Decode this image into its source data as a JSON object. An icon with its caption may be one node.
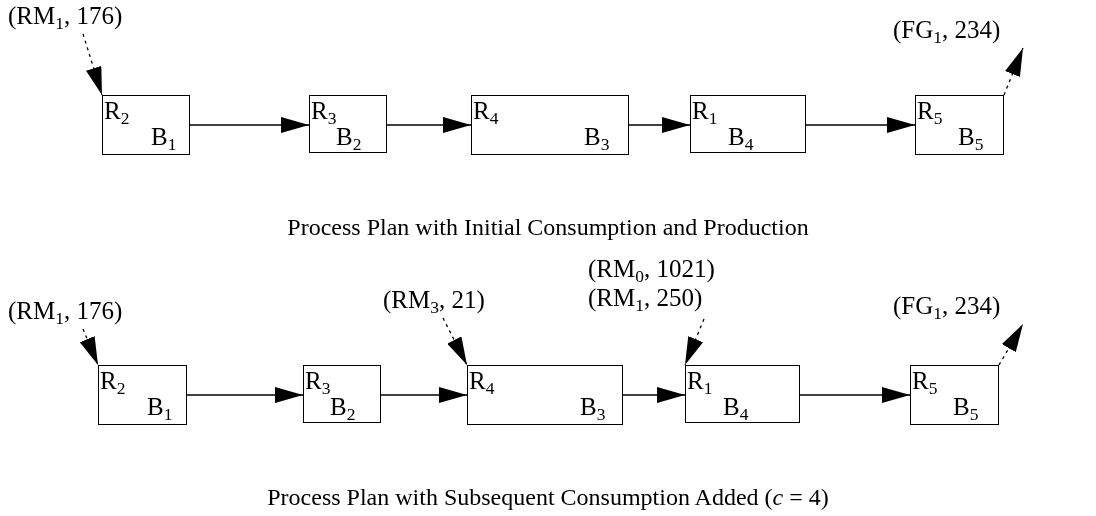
{
  "diagram": {
    "nodes": [
      {
        "text": [
          "(RM$_{1}$, 176)"
        ]
      },
      {
        "text": [
          "R$_{2}$",
          "B$_{1}$"
        ]
      },
      {
        "text": [
          "R$_{3}$",
          "B$_{2}$"
        ]
      },
      {
        "text": [
          "R$_{4}$",
          "B$_{3}$"
        ]
      },
      {
        "text": [
          "R$_{1}$",
          "B$_{4}$"
        ]
      },
      {
        "text": [
          "R$_{5}$",
          "B$_{5}$"
        ]
      },
      {
        "text": [
          "(FG$_{1}$, 234)"
        ]
      },
      {
        "text": [
          "(RM$_{1}$, 176)"
        ]
      },
      {
        "text": [
          "R$_{2}$",
          "B$_{1}$"
        ]
      },
      {
        "text": [
          "R$_{3}$",
          "B$_{2}$"
        ]
      },
      {
        "text": [
          "(RM$_{3}$, 21)"
        ]
      },
      {
        "text": [
          "R$_{4}$",
          "B$_{3}$"
        ]
      },
      {
        "text": [
          "(RM$_{0}$, 1021)",
          "(RM$_{1}$, 250)"
        ]
      },
      {
        "text": [
          "R$_{1}$",
          "B$_{4}$"
        ]
      },
      {
        "text": [
          "R$_{5}$",
          "B$_{5}$"
        ]
      },
      {
        "text": [
          "(FG$_{1}$, 234)"
        ]
      }
    ],
    "edges": [
      {
        "from": 0,
        "to": 1,
        "arrow": "to",
        "style": "dashed"
      },
      {
        "from": 1,
        "to": 2,
        "arrow": "to"
      },
      {
        "from": 2,
        "to": 3,
        "arrow": "to"
      },
      {
        "from": 3,
        "to": 4,
        "arrow": "to"
      },
      {
        "from": 4,
        "to": 5,
        "arrow": "to"
      },
      {
        "from": 5,
        "to": 6,
        "arrow": "to",
        "style": "dashed"
      },
      {
        "from": 7,
        "to": 8,
        "arrow": "to",
        "style": "dashed"
      },
      {
        "from": 8,
        "to": 9,
        "arrow": "to"
      },
      {
        "from": 9,
        "to": 11,
        "arrow": "to"
      },
      {
        "from": 10,
        "to": 11,
        "arrow": "to",
        "style": "dashed"
      },
      {
        "from": 11,
        "to": 13,
        "arrow": "to"
      },
      {
        "from": 12,
        "to": 13,
        "arrow": "to",
        "style": "dashed"
      },
      {
        "from": 13,
        "to": 14,
        "arrow": "to"
      },
      {
        "from": 14,
        "to": 15,
        "arrow": "to",
        "style": "dashed"
      }
    ],
    "labels": [
      "Process Plan with Initial Consumption and Production",
      "Process Plan with Subsequent Consumption Added (*c* = 4)"
    ]
  }
}
